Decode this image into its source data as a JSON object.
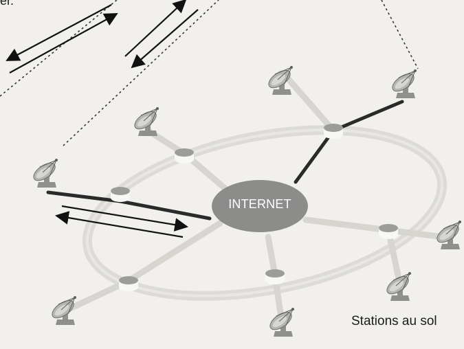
{
  "labels": {
    "ground_stations": "Stations au sol",
    "internet": "INTERNET",
    "top_corner_fragment": "er."
  },
  "colors": {
    "background": "#f1f0ec",
    "ring": "#dcdbd6",
    "spoke": "#d6d5d0",
    "node_top": "#9c9c99",
    "node_side": "#f7f7f5",
    "core": "#8c8c8a",
    "dark_link": "#2a2a2a",
    "arrow": "#111111",
    "dish": "#9a9a97"
  },
  "icons": {
    "ground_station": "satellite-dish-icon",
    "router": "router-node-icon",
    "signal_arrow": "double-arrow-icon"
  }
}
